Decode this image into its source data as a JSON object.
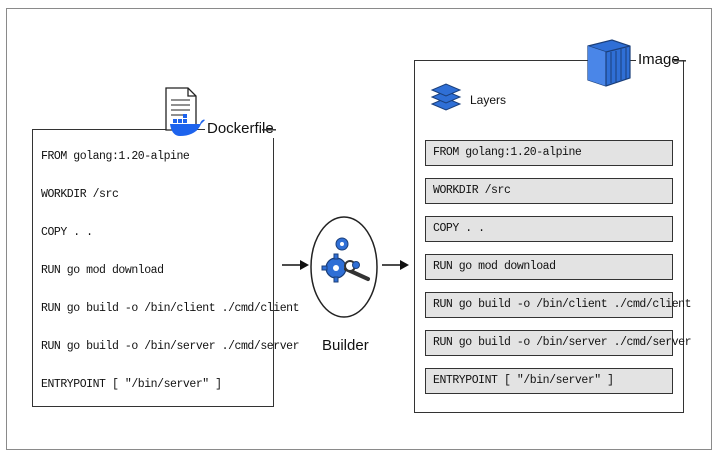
{
  "dockerfile": {
    "title": "Dockerfile",
    "lines": [
      "FROM golang:1.20-alpine",
      "WORKDIR /src",
      "COPY . .",
      "RUN go mod download",
      "RUN go build -o /bin/client ./cmd/client",
      "RUN go build -o /bin/server ./cmd/server",
      "ENTRYPOINT [ \"/bin/server\" ]"
    ]
  },
  "builder": {
    "label": "Builder"
  },
  "image": {
    "title": "Image",
    "layers_label": "Layers",
    "layers": [
      "FROM golang:1.20-alpine",
      "WORKDIR /src",
      "COPY . .",
      "RUN go mod download",
      "RUN go build -o /bin/client ./cmd/client",
      "RUN go build -o /bin/server ./cmd/server",
      "ENTRYPOINT [ \"/bin/server\" ]"
    ]
  },
  "colors": {
    "docker_blue": "#1d63ed",
    "layer_fill": "#e3e3e3",
    "builder_bg": "#ffffff"
  }
}
